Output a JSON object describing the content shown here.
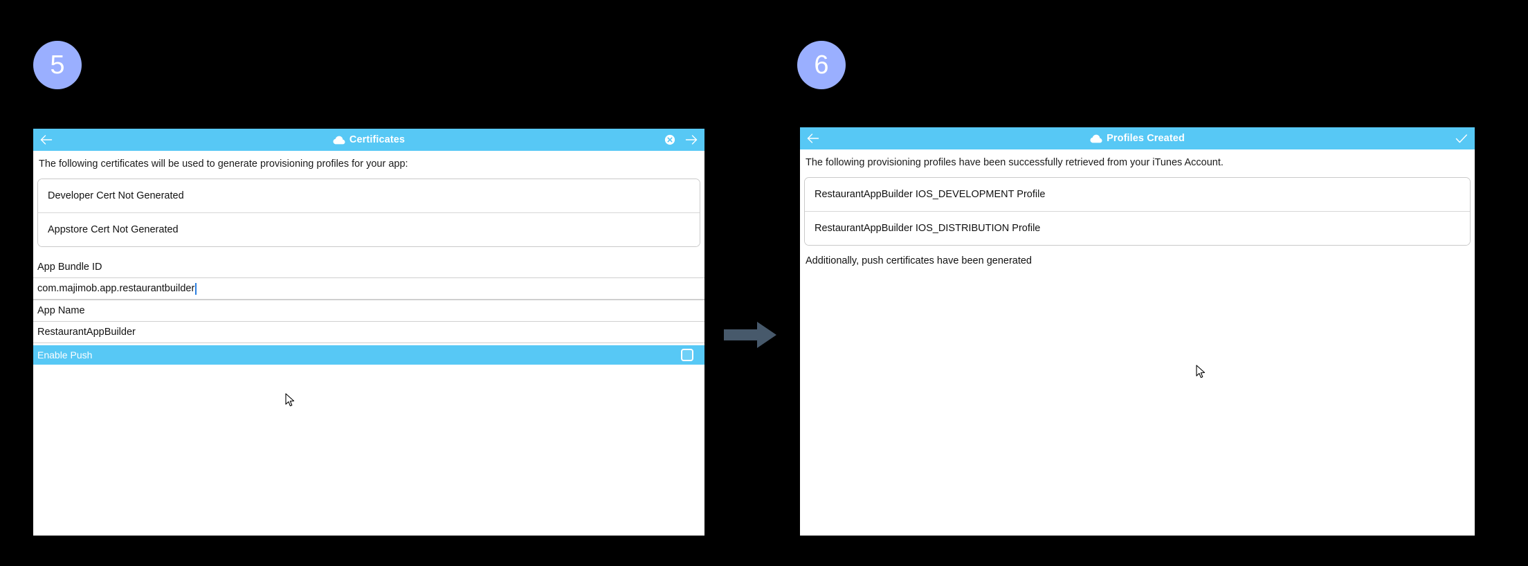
{
  "steps": [
    {
      "number": "5",
      "badge_color": "#9aafff"
    },
    {
      "number": "6",
      "badge_color": "#9aafff"
    }
  ],
  "flow": {
    "arrow_icon": "right-arrow-icon",
    "arrow_color": "#47596b"
  },
  "panel_certificates": {
    "titlebar": {
      "back_icon": "back-arrow-icon",
      "cloud_icon": "cloud-icon",
      "title": "Certificates",
      "close_icon": "close-circle-icon",
      "forward_icon": "forward-arrow-icon",
      "background": "#57c8f5"
    },
    "intro": "The following certificates will be used to generate provisioning profiles for your app:",
    "cert_rows": [
      "Developer Cert Not Generated",
      "Appstore Cert Not Generated"
    ],
    "fields": [
      {
        "label": "App Bundle ID",
        "value": "com.majimob.app.restaurantbuilder"
      },
      {
        "label": "App Name",
        "value": "RestaurantAppBuilder"
      }
    ],
    "toggle": {
      "label": "Enable Push",
      "checked": false
    }
  },
  "panel_profiles": {
    "titlebar": {
      "back_icon": "back-arrow-icon",
      "cloud_icon": "cloud-icon",
      "title": "Profiles Created",
      "confirm_icon": "check-icon",
      "background": "#57c8f5"
    },
    "intro": "The following provisioning profiles have been successfully retrieved from your iTunes Account.",
    "profile_rows": [
      "RestaurantAppBuilder IOS_DEVELOPMENT Profile",
      "RestaurantAppBuilder IOS_DISTRIBUTION Profile"
    ],
    "note": "Additionally, push certificates have been generated"
  }
}
